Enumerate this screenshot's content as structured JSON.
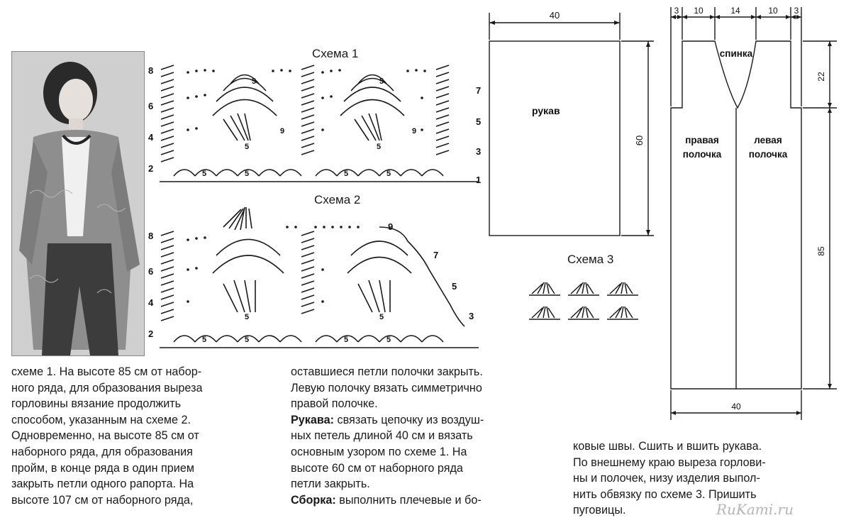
{
  "schemes": {
    "scheme1_title": "Схема 1",
    "scheme2_title": "Схема 2",
    "scheme3_title": "Схема 3",
    "scheme1_left_rows": [
      "8",
      "6",
      "4",
      "2"
    ],
    "scheme1_right_rows": [
      "7",
      "5",
      "3",
      "1"
    ],
    "scheme2_left_rows": [
      "8",
      "6",
      "4",
      "2"
    ],
    "scheme2_right_rows": [
      "9",
      "7",
      "5",
      "3"
    ],
    "stitch_count": "5",
    "stitch_count_alt": "9"
  },
  "sleeve": {
    "label": "рукав",
    "width": "40",
    "height": "60"
  },
  "body": {
    "top_dims": [
      "3",
      "10",
      "14",
      "10",
      "3"
    ],
    "back_label": "спинка",
    "right_front_line1": "правая",
    "right_front_line2": "полочка",
    "left_front_line1": "левая",
    "left_front_line2": "полочка",
    "armhole_height": "22",
    "body_height": "85",
    "bottom_width": "40"
  },
  "text": {
    "col1": [
      "схеме 1. На высоте 85 см от набор-",
      "ного ряда,  для образования выреза",
      "горловины  вязание продолжить",
      "способом, указанным на схеме 2.",
      "Одновременно, на высоте 85 см от",
      "наборного ряда,  для образования",
      "пройм,  в конце ряда в один прием",
      "закрыть  петли одного рапорта. На",
      "высоте 107 см от наборного ряда,"
    ],
    "col2_line1": "оставшиеся петли полочки закрыть.",
    "col2_line2": "Левую полочку вязать симметрично",
    "col2_line3": "правой полочке.",
    "sleeves_heading": "Рукава:",
    "col2_line4": " связать цепочку из воздуш-",
    "col2_line5": "ных петель длиной 40 см и вязать",
    "col2_line6": "основным узором по  схеме 1. На",
    "col2_line7": "высоте 60 см от наборного ряда",
    "col2_line8": "петли закрыть.",
    "assembly_heading": "Сборка:",
    "col2_line9": " выполнить плечевые и бо-",
    "col3": [
      "ковые швы. Сшить и вшить рукава.",
      "По внешнему краю выреза горлови-",
      "ны и полочек, низу изделия выпол-",
      "нить обвязку по схеме 3. Пришить",
      "пуговицы."
    ]
  },
  "watermark": "RuKami.ru"
}
